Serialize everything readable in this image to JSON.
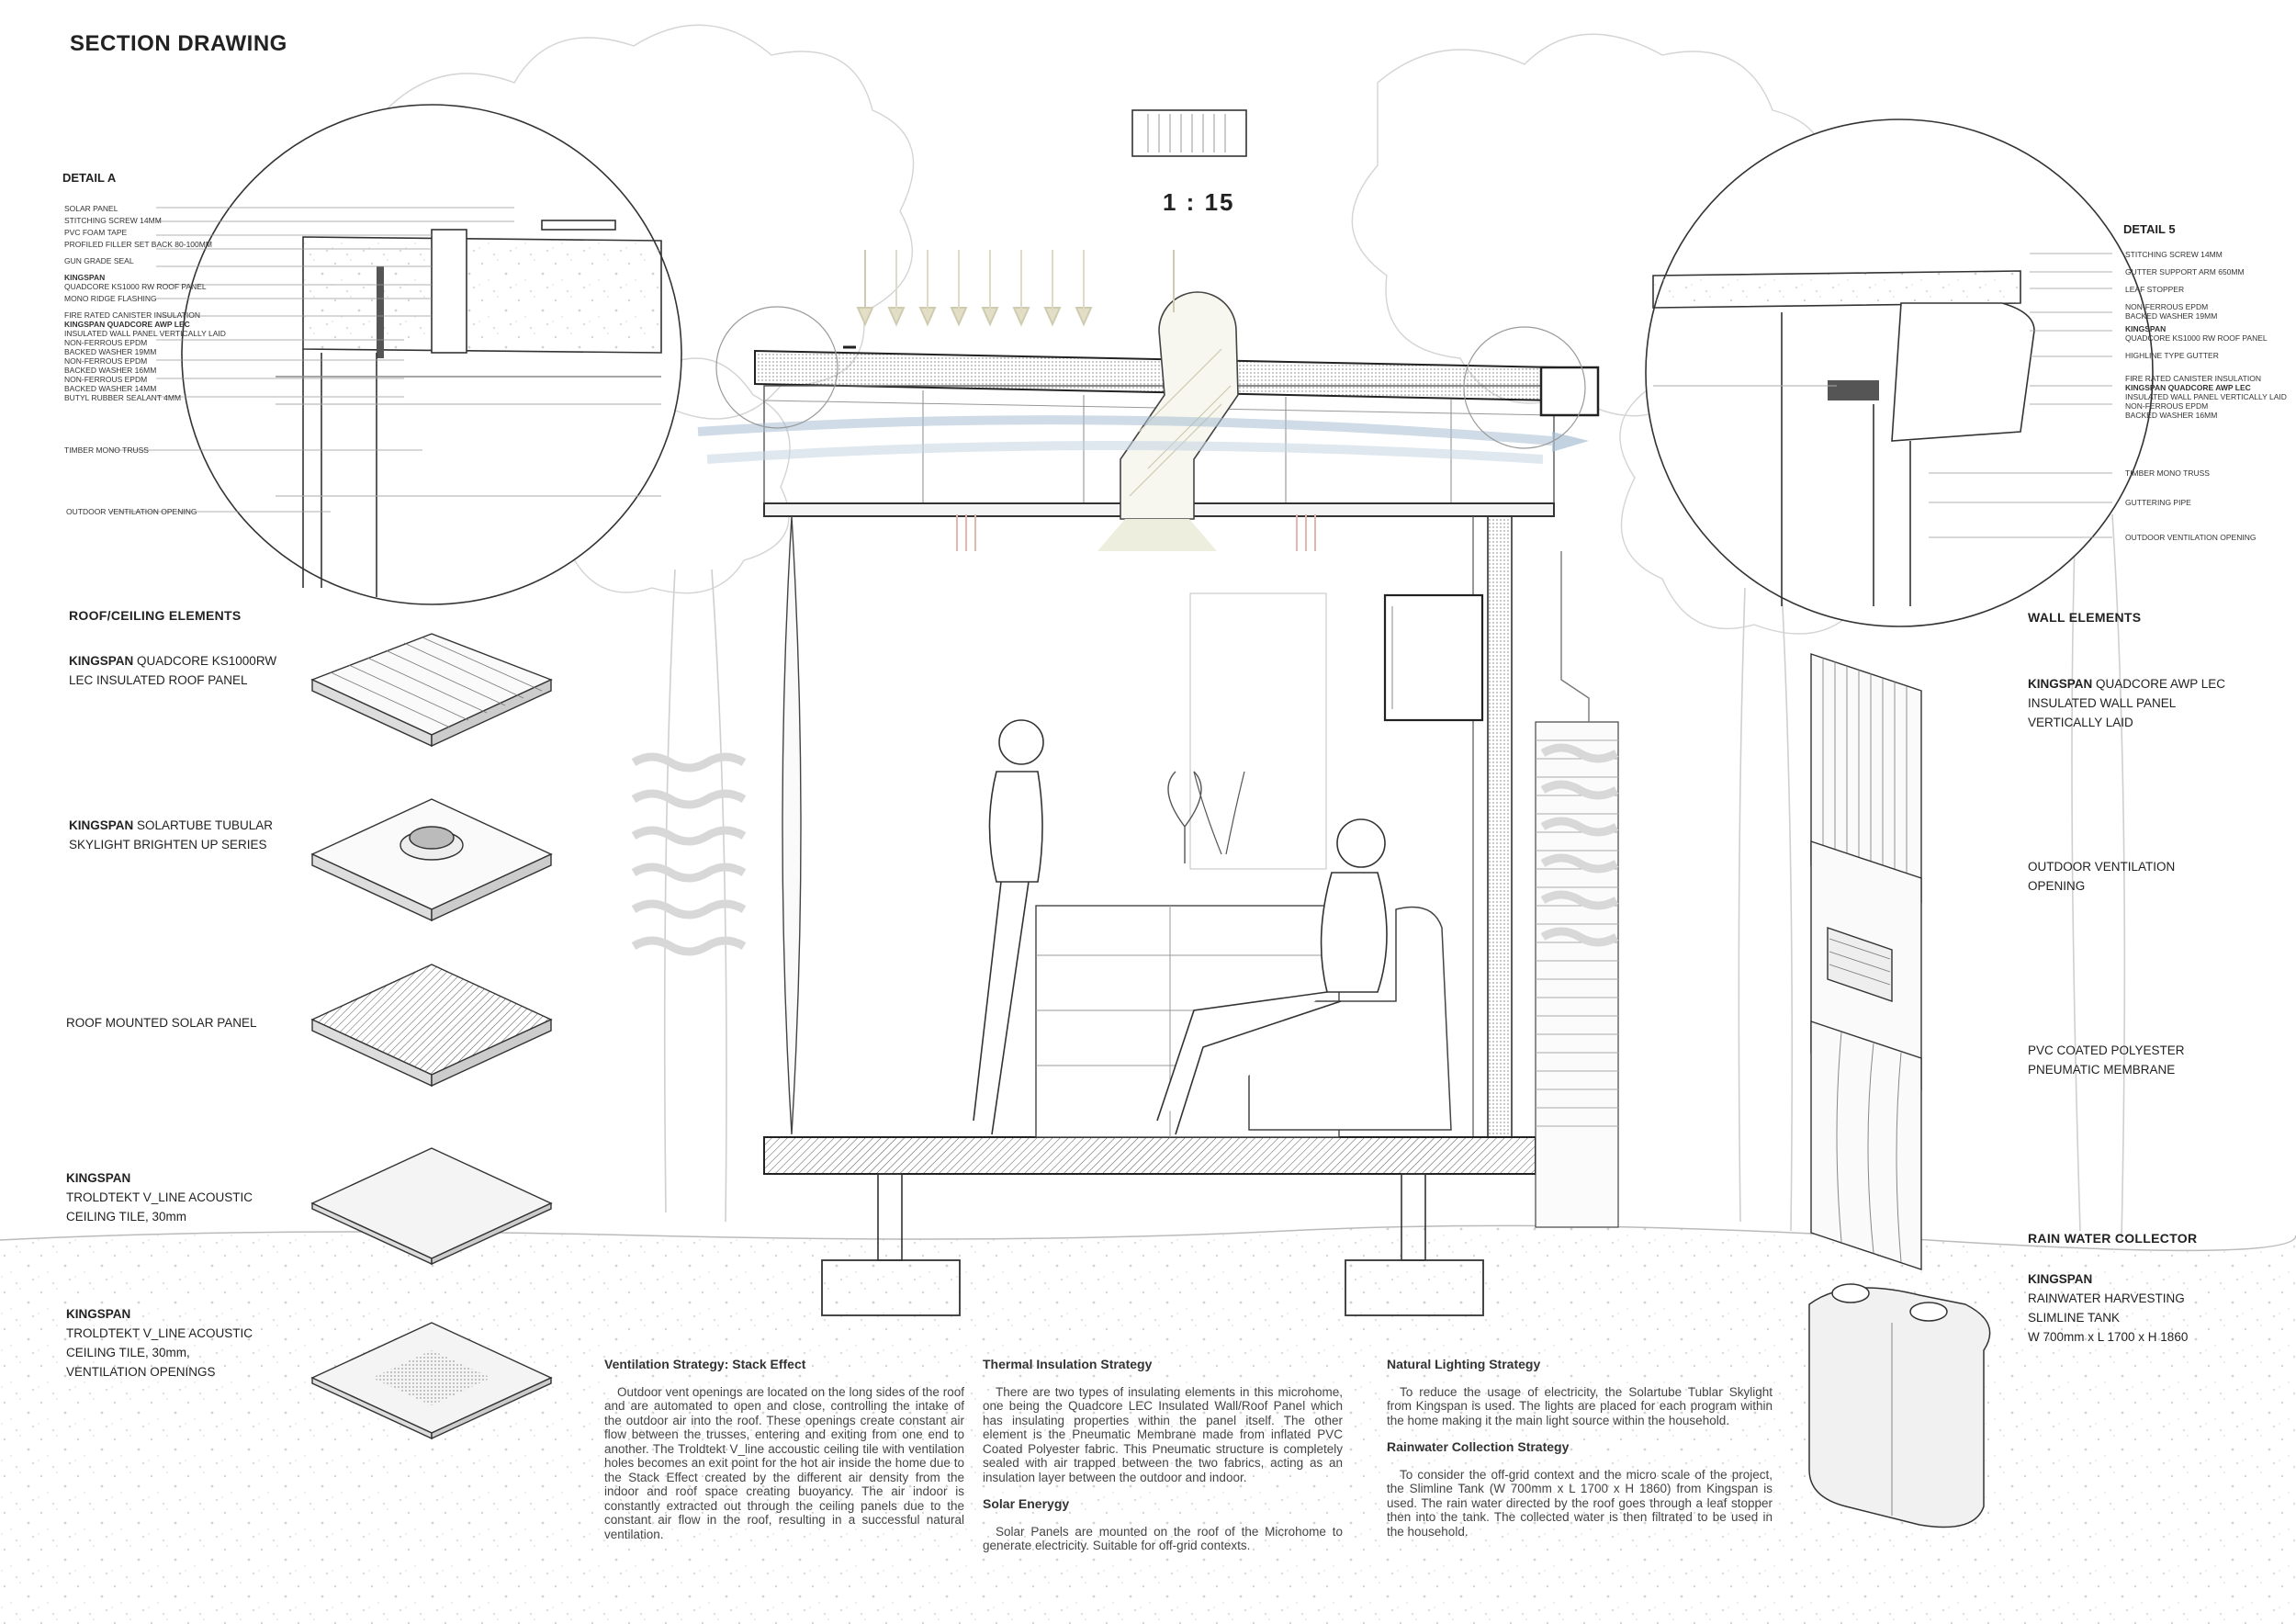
{
  "title": "SECTION DRAWING",
  "scale": "1 : 15",
  "detail_a": {
    "label": "DETAIL A",
    "callouts": [
      "SOLAR PANEL",
      "STITCHING SCREW 14mm",
      "PVC FOAM TAPE",
      "PROFILED FILLER SET BACK 80-100mm",
      "GUN GRADE SEAL",
      "KINGSPAN",
      "QUADCORE KS1000 RW ROOF PANEL",
      "MONO RIDGE FLASHING",
      "FIRE RATED CANISTER INSULATION",
      "KINGSPAN QUADCORE AWP LEC",
      "INSULATED WALL PANEL VERTICALLY LAID",
      "NON-FERROUS EPDM",
      "BACKED WASHER 19mm",
      "NON-FERROUS EPDM",
      "BACKED WASHER 16mm",
      "NON-FERROUS EPDM",
      "BACKED WASHER 14mm",
      "BUTYL RUBBER SEALANT 4mm"
    ],
    "callout_truss": "TIMBER MONO TRUSS",
    "callout_vent": "OUTDOOR VENTILATION OPENING"
  },
  "detail_b": {
    "label": "DETAIL 5",
    "callouts": [
      "STITCHING SCREW 14mm",
      "GUTTER SUPPORT ARM 650mm",
      "LEAF STOPPER",
      "NON-FERROUS EPDM",
      "BACKED WASHER 19mm",
      "KINGSPAN",
      "QUADCORE KS1000 RW ROOF PANEL",
      "HIGHLINE TYPE GUTTER",
      "FIRE RATED CANISTER INSULATION",
      "KINGSPAN QUADCORE AWP LEC",
      "INSULATED WALL PANEL VERTICALLY LAID",
      "NON-FERROUS EPDM",
      "BACKED WASHER 16mm"
    ],
    "callout_truss": "TIMBER MONO TRUSS",
    "callout_pipe": "GUTTERING PIPE",
    "callout_vent": "OUTDOOR VENTILATION OPENING"
  },
  "roof_elements": {
    "heading": "ROOF/CEILING ELEMENTS",
    "items": [
      {
        "brand": "KINGSPAN",
        "line1": " QUADCORE KS1000RW",
        "line2": "LEC INSULATED ROOF PANEL",
        "line3": "",
        "line4": ""
      },
      {
        "brand": "KINGSPAN",
        "line1": " SOLARTUBE TUBULAR",
        "line2": "SKYLIGHT BRIGHTEN UP SERIES",
        "line3": "",
        "line4": ""
      },
      {
        "brand": "",
        "line1": "ROOF MOUNTED SOLAR PANEL",
        "line2": "",
        "line3": "",
        "line4": ""
      },
      {
        "brand": "KINGSPAN",
        "line1": "",
        "line2": "TROLDTEKT V_LINE ACOUSTIC",
        "line3": "CEILING TILE, 30mm",
        "line4": ""
      },
      {
        "brand": "KINGSPAN",
        "line1": "",
        "line2": "TROLDTEKT V_LINE ACOUSTIC",
        "line3": "CEILING TILE, 30mm,",
        "line4": "VENTILATION OPENINGS"
      }
    ]
  },
  "wall_elements": {
    "heading": "WALL ELEMENTS",
    "items": [
      {
        "brand": "KINGSPAN",
        "line1": " QUADCORE AWP LEC",
        "line2": "INSULATED WALL PANEL",
        "line3": "VERTICALLY LAID"
      },
      {
        "brand": "",
        "line1": "OUTDOOR VENTILATION",
        "line2": "OPENING",
        "line3": ""
      },
      {
        "brand": "",
        "line1": "PVC COATED POLYESTER",
        "line2": "PNEUMATIC MEMBRANE",
        "line3": ""
      }
    ]
  },
  "rain_collector": {
    "heading": "RAIN WATER  COLLECTOR",
    "brand": "KINGSPAN",
    "line1": "RAINWATER HARVESTING",
    "line2": "SLIMLINE TANK",
    "line3": "W 700mm x L 1700 x H 1860"
  },
  "strategies": {
    "ventilation": {
      "heading": "Ventilation Strategy: Stack Effect",
      "body": "Outdoor vent openings are located on the long sides of the roof and are automated to open and close, controlling the intake of the outdoor air into the roof. These openings create constant air flow between the trusses, entering and exiting from one end to another. The Troldtekt V_line accoustic ceiling tile with ventilation holes becomes an exit point for the hot air inside the home due to the Stack Effect created by the different air density from the indoor and roof space creating buoyancy. The air indoor is constantly extracted out through the ceiling panels due to the constant air flow in the roof, resulting in a successful natural ventilation."
    },
    "thermal": {
      "heading": "Thermal Insulation Strategy",
      "body": "There are two types of insulating elements in this microhome, one being the Quadcore LEC Insulated Wall/Roof Panel which has insulating properties within the panel itself. The other element is the Pneumatic Membrane made from inflated PVC Coated Polyester fabric. This Pneumatic structure is completely sealed with air trapped between the two fabrics, acting as an insulation layer between the outdoor and indoor."
    },
    "solar": {
      "heading": "Solar Enerygy",
      "body": "Solar Panels are mounted on the roof of the Microhome to generate electricity. Suitable for off-grid contexts."
    },
    "lighting": {
      "heading": "Natural Lighting Strategy",
      "body": "To reduce the usage of electricity, the Solartube Tublar Skylight from Kingspan is used. The lights are placed for each program within the home making it the main light source within the household."
    },
    "rainwater": {
      "heading": "Rainwater Collection Strategy",
      "body": "To consider the off-grid context and the micro scale of the project, the Slimline Tank (W 700mm x L 1700 x H 1860) from Kingspan is used. The rain water directed by the roof goes through a leaf stopper then into the tank. The collected water is then filtrated to be used in the household."
    }
  }
}
